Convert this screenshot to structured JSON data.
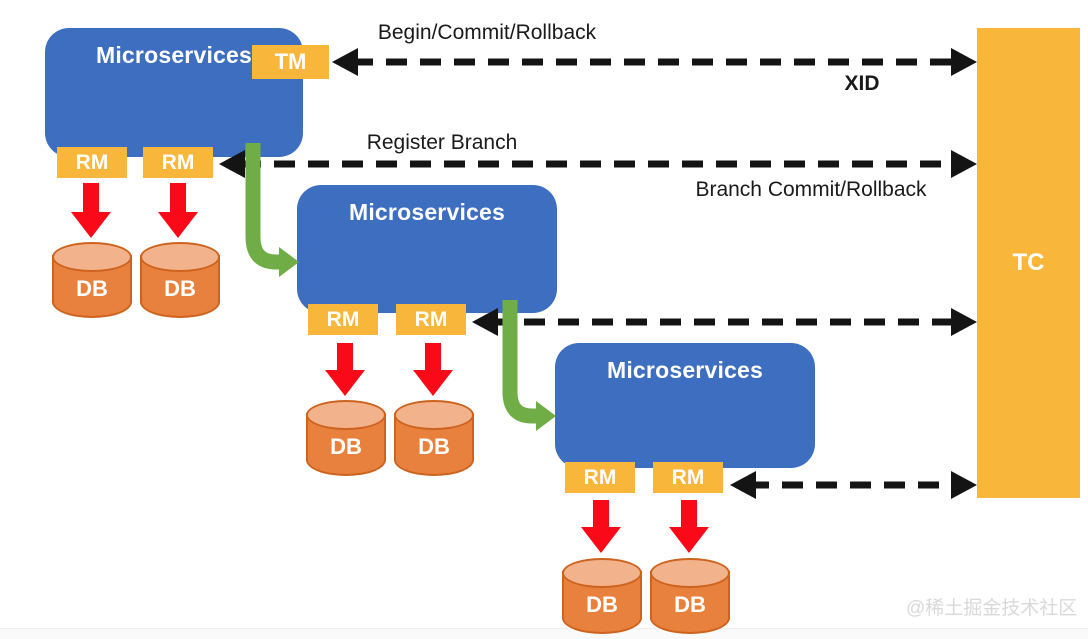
{
  "diagram": {
    "services": [
      {
        "label": "Microservices",
        "tm": "TM",
        "rm1": "RM",
        "rm2": "RM",
        "db1": "DB",
        "db2": "DB"
      },
      {
        "label": "Microservices",
        "rm1": "RM",
        "rm2": "RM",
        "db1": "DB",
        "db2": "DB"
      },
      {
        "label": "Microservices",
        "rm1": "RM",
        "rm2": "RM",
        "db1": "DB",
        "db2": "DB"
      }
    ],
    "tc_label": "TC",
    "arrow_labels": {
      "begin_commit_rollback": "Begin/Commit/Rollback",
      "xid": "XID",
      "register_branch": "Register Branch",
      "branch_commit_rollback": "Branch Commit/Rollback"
    },
    "watermark": "@稀土掘金技术社区",
    "colors": {
      "service_blue": "#3D6EBF",
      "gold": "#F8B63A",
      "db_orange": "#E8813D",
      "db_orange_light": "#F2B28C",
      "db_border": "#CD631F",
      "arrow_red": "#FA0A19",
      "arrow_green": "#70AD47",
      "dashed_black": "#141414",
      "watermark_gray": "#D9D9D9"
    }
  }
}
